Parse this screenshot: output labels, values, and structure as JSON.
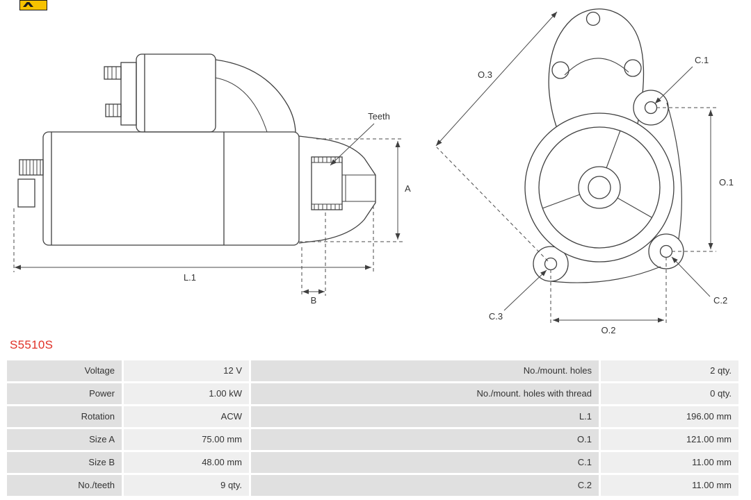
{
  "part_number": "S5510S",
  "colors": {
    "part_number_text": "#e03127",
    "label_cell_bg": "#e0e0e0",
    "value_cell_bg": "#efefef",
    "drawing_line": "#3f3f3f",
    "logo_bg": "#f6c200"
  },
  "diagram": {
    "side": {
      "teeth": "Teeth",
      "a": "A",
      "l1": "L.1",
      "b": "B"
    },
    "front": {
      "o3": "O.3",
      "c1": "C.1",
      "o1": "O.1",
      "c3": "C.3",
      "c2": "C.2",
      "o2": "O.2"
    }
  },
  "table": {
    "rows": [
      {
        "label_left": "Voltage",
        "value_left": "12 V",
        "label_right": "No./mount. holes",
        "value_right": "2 qty."
      },
      {
        "label_left": "Power",
        "value_left": "1.00 kW",
        "label_right": "No./mount. holes with thread",
        "value_right": "0 qty."
      },
      {
        "label_left": "Rotation",
        "value_left": "ACW",
        "label_right": "L.1",
        "value_right": "196.00 mm"
      },
      {
        "label_left": "Size A",
        "value_left": "75.00 mm",
        "label_right": "O.1",
        "value_right": "121.00 mm"
      },
      {
        "label_left": "Size B",
        "value_left": "48.00 mm",
        "label_right": "C.1",
        "value_right": "11.00 mm"
      },
      {
        "label_left": "No./teeth",
        "value_left": "9 qty.",
        "label_right": "C.2",
        "value_right": "11.00 mm"
      }
    ]
  }
}
